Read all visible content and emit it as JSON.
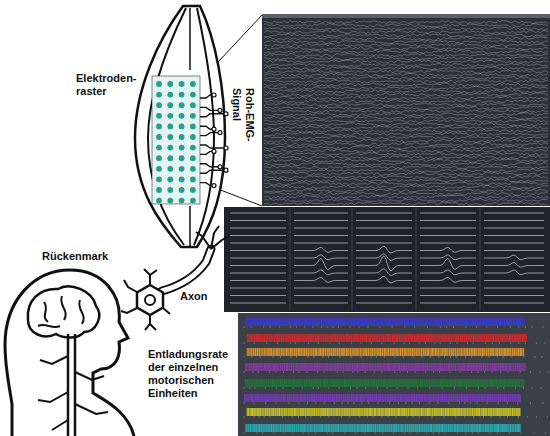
{
  "diagram": {
    "labels": [
      "Elektroden- raster",
      "Roh-EMG- Signal",
      "Rückenmark",
      "Axon",
      "Entladungsrate der einzelnen motorischen Einheiten"
    ]
  }
}
